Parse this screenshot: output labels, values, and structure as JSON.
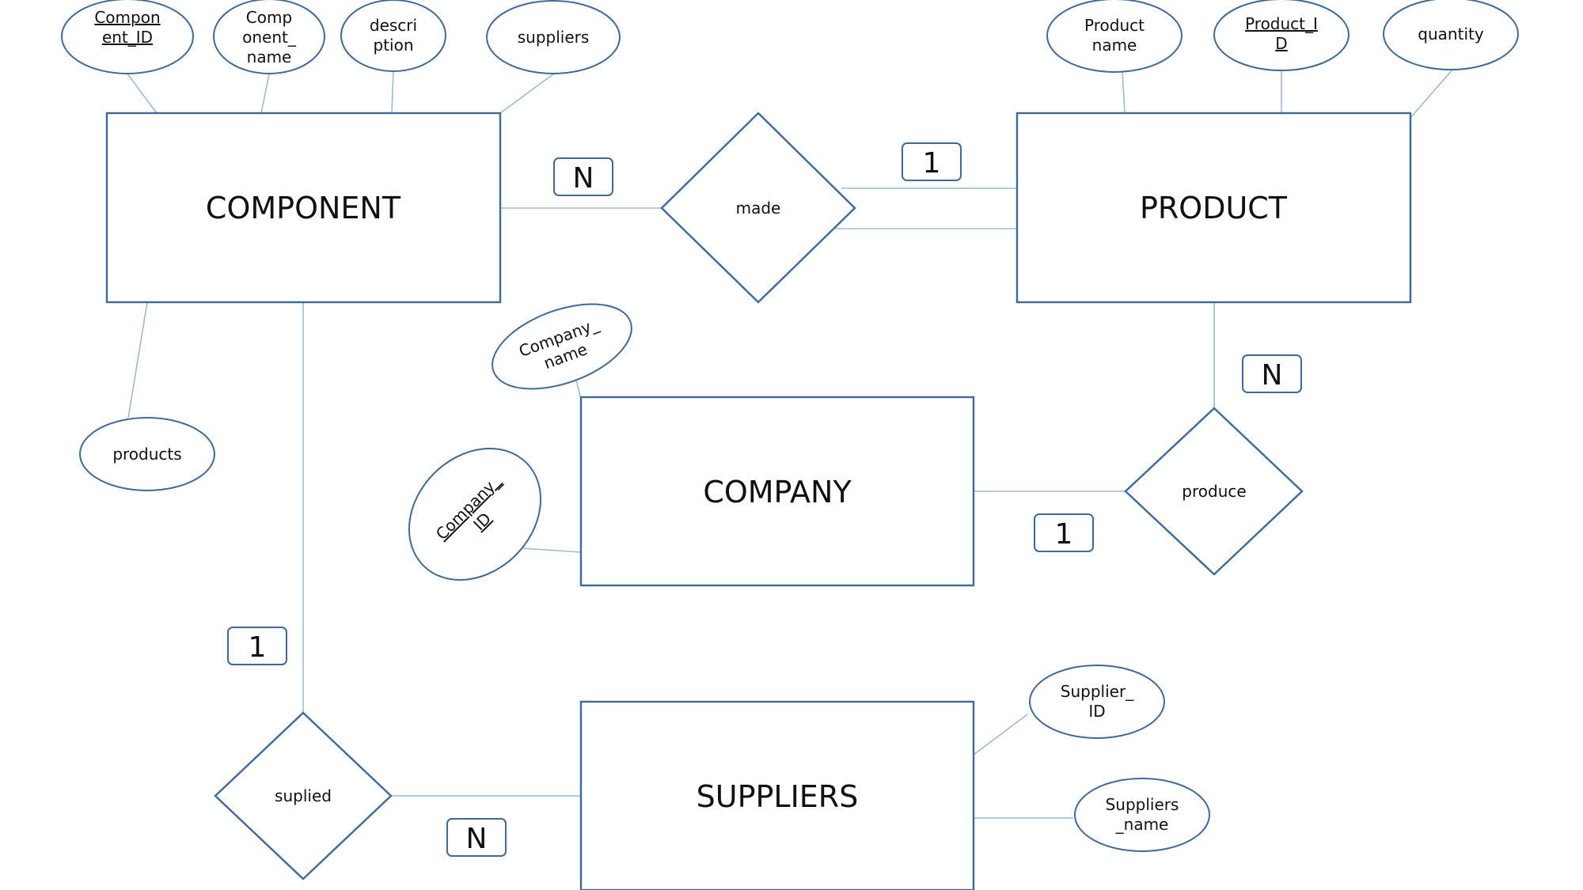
{
  "entities": {
    "component": "COMPONENT",
    "product": "PRODUCT",
    "company": "COMPANY",
    "suppliers": "SUPPLIERS"
  },
  "relationships": {
    "made": "made",
    "produce": "produce",
    "suplied": "suplied"
  },
  "attributes": {
    "component_id": [
      "Compon",
      "ent_ID"
    ],
    "component_name": [
      "Comp",
      "onent_",
      "name"
    ],
    "description": [
      "descri",
      "ption"
    ],
    "suppliers": [
      "suppliers"
    ],
    "products": [
      "products"
    ],
    "product_name": [
      "Product",
      "name"
    ],
    "product_id": [
      "Product_I",
      "D"
    ],
    "quantity": [
      "quantity"
    ],
    "company_name": [
      "Company_",
      "name"
    ],
    "company_id": [
      "Company_",
      "ID"
    ],
    "supplier_id": [
      "Supplier_",
      "ID"
    ],
    "suppliers_name": [
      "Suppliers",
      "_name"
    ]
  },
  "cardinalities": {
    "component_made": "N",
    "made_product": "1",
    "product_produce": "N",
    "company_produce": "1",
    "component_suplied": "1",
    "suplied_suppliers": "N"
  }
}
